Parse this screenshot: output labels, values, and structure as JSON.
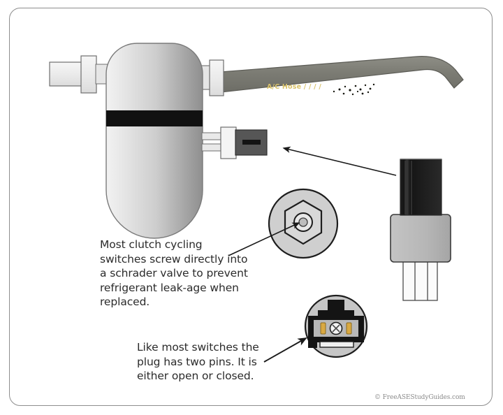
{
  "figure": {
    "title": "A/C clutch cycling switch on accumulator",
    "background_color": "#ffffff",
    "frame_color": "#8d8d8d"
  },
  "labels": {
    "hose": "A/C Hose / / / /",
    "hose_color": "#d9c26a",
    "copyright": "© FreeASEStudyGuides.com"
  },
  "captions": {
    "schrader": "Most clutch cycling switches screw directly into a schrader valve to prevent refrigerant leak-age when replaced.",
    "plug": "Like most switches the plug has two pins. It is either open or closed."
  },
  "parts": {
    "accumulator": {
      "name": "Accumulator / drier canister",
      "body_color": "#c9c9c9",
      "band_color": "#111111"
    },
    "inlet_fitting": {
      "name": "Inlet tube fitting",
      "color": "#ededed"
    },
    "outlet_fitting": {
      "name": "Outlet tube fitting",
      "color": "#ededed"
    },
    "hose": {
      "name": "A/C hose",
      "color": "#7c7c74"
    },
    "mounted_switch": {
      "name": "Clutch cycling switch mounted on accumulator",
      "collar_color": "#f2f2f2",
      "body_color": "#555555"
    },
    "switch_assembly": {
      "name": "Clutch cycling switch detail",
      "top_color": "#232323",
      "middle_color": "#b4b4b4",
      "bottom_color": "#f4f4f4"
    },
    "schrader_detail": {
      "name": "Schrader valve close-up",
      "circle_color": "#cfcfcf",
      "hex_color": "#d6d6d6",
      "core_color": "#e8e8e8"
    },
    "plug_detail": {
      "name": "Two pin plug close-up",
      "circle_color": "#c6c6c6",
      "housing_color": "#1a1a1a",
      "pin_color": "#d9a942"
    }
  },
  "annotations": {
    "arrow_switch_to_accumulator": "arrow from switch detail to mounted switch",
    "arrow_text_to_schrader": "arrow from schrader caption to valve close-up",
    "arrow_text_to_plug": "arrow from plug caption to plug close-up"
  }
}
